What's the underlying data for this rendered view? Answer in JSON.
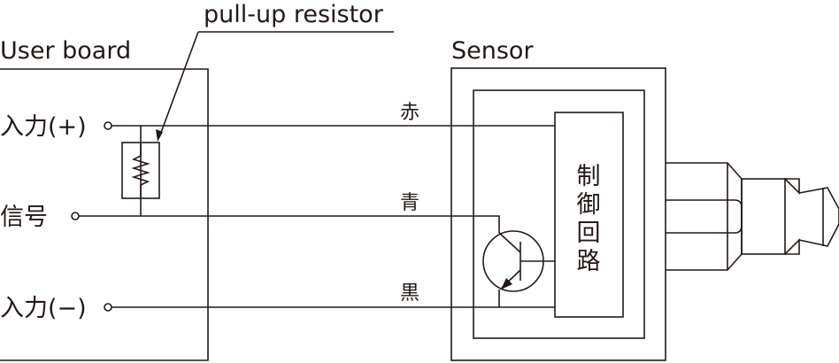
{
  "title_left": "User board",
  "title_right": "Sensor",
  "annotation": "pull-up resistor",
  "terminals": {
    "plus": "入力(+)",
    "signal": "信号",
    "minus": "入力(−)"
  },
  "wires": {
    "red": "赤",
    "blue": "青",
    "black": "黒"
  },
  "control_circuit": [
    "制",
    "御",
    "回",
    "路"
  ]
}
